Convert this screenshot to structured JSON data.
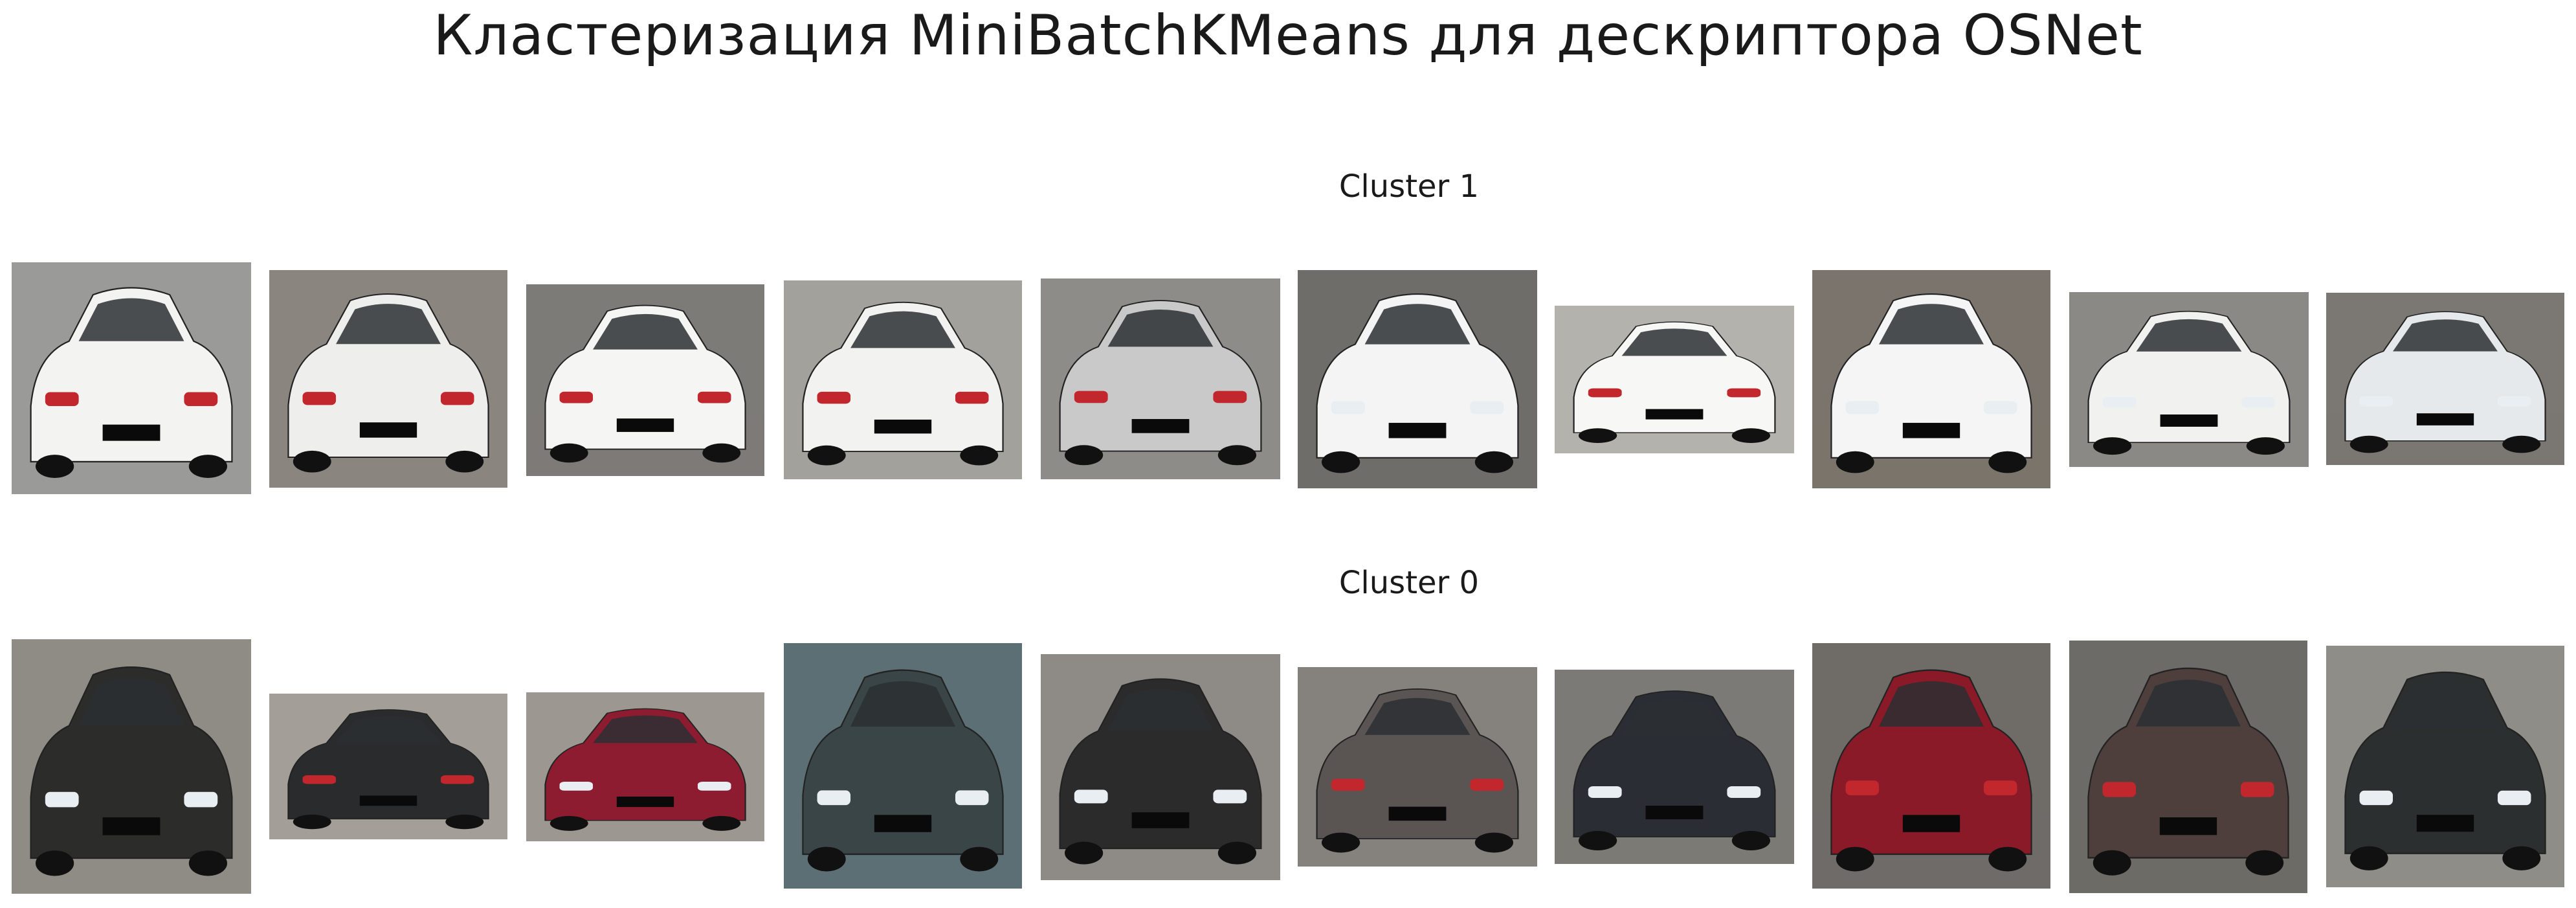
{
  "title": "Кластеризация MiniBatchKMeans для дескриптора OSNet",
  "clusters": [
    {
      "label": "Cluster 1",
      "images": [
        {
          "icon": "white-sedan-rear-photo",
          "color": "#f3f3f1",
          "bg": "#9a9a98"
        },
        {
          "icon": "white-van-rear-photo",
          "color": "#eeeeec",
          "bg": "#8b8580"
        },
        {
          "icon": "white-sedan-rear-photo",
          "color": "#f5f5f3",
          "bg": "#7d7b78"
        },
        {
          "icon": "white-sedan-rear-photo",
          "color": "#f2f2f0",
          "bg": "#a2a19c"
        },
        {
          "icon": "silver-sedan-rear-photo",
          "color": "#c9c9c9",
          "bg": "#8d8c88"
        },
        {
          "icon": "white-sedan-front-photo",
          "color": "#f4f4f4",
          "bg": "#6e6d69"
        },
        {
          "icon": "white-sedan-rear-photo",
          "color": "#f7f7f5",
          "bg": "#b3b2ad"
        },
        {
          "icon": "white-sedan-front-photo",
          "color": "#f5f5f5",
          "bg": "#7a746c"
        },
        {
          "icon": "white-minivan-front-photo",
          "color": "#f1f1ef",
          "bg": "#8a8986"
        },
        {
          "icon": "white-hatchback-front-photo",
          "color": "#e6e9ec",
          "bg": "#7b7772"
        }
      ]
    },
    {
      "label": "Cluster 0",
      "images": [
        {
          "icon": "black-sedan-front-photo",
          "color": "#2c2d2b",
          "bg": "#8f8c86"
        },
        {
          "icon": "black-sedan-rear-photo",
          "color": "#2a2b2c",
          "bg": "#a39e97"
        },
        {
          "icon": "red-hatchback-side-photo",
          "color": "#8e1c30",
          "bg": "#9c9891"
        },
        {
          "icon": "dark-car-night-front-photo",
          "color": "#3a4548",
          "bg": "#5c6f74"
        },
        {
          "icon": "black-suv-front-photo",
          "color": "#2b2b2b",
          "bg": "#8e8b86"
        },
        {
          "icon": "gray-suv-rear-photo",
          "color": "#5a5552",
          "bg": "#85817c"
        },
        {
          "icon": "black-sedan-front-photo",
          "color": "#2a2d33",
          "bg": "#7c7a76"
        },
        {
          "icon": "red-sedan-rear-photo",
          "color": "#8b1a28",
          "bg": "#6f6c68"
        },
        {
          "icon": "brown-suv-rear-photo",
          "color": "#4e3f3d",
          "bg": "#6d6b67"
        },
        {
          "icon": "black-suv-front-photo",
          "color": "#2c2f2f",
          "bg": "#8f8d88"
        }
      ]
    }
  ]
}
